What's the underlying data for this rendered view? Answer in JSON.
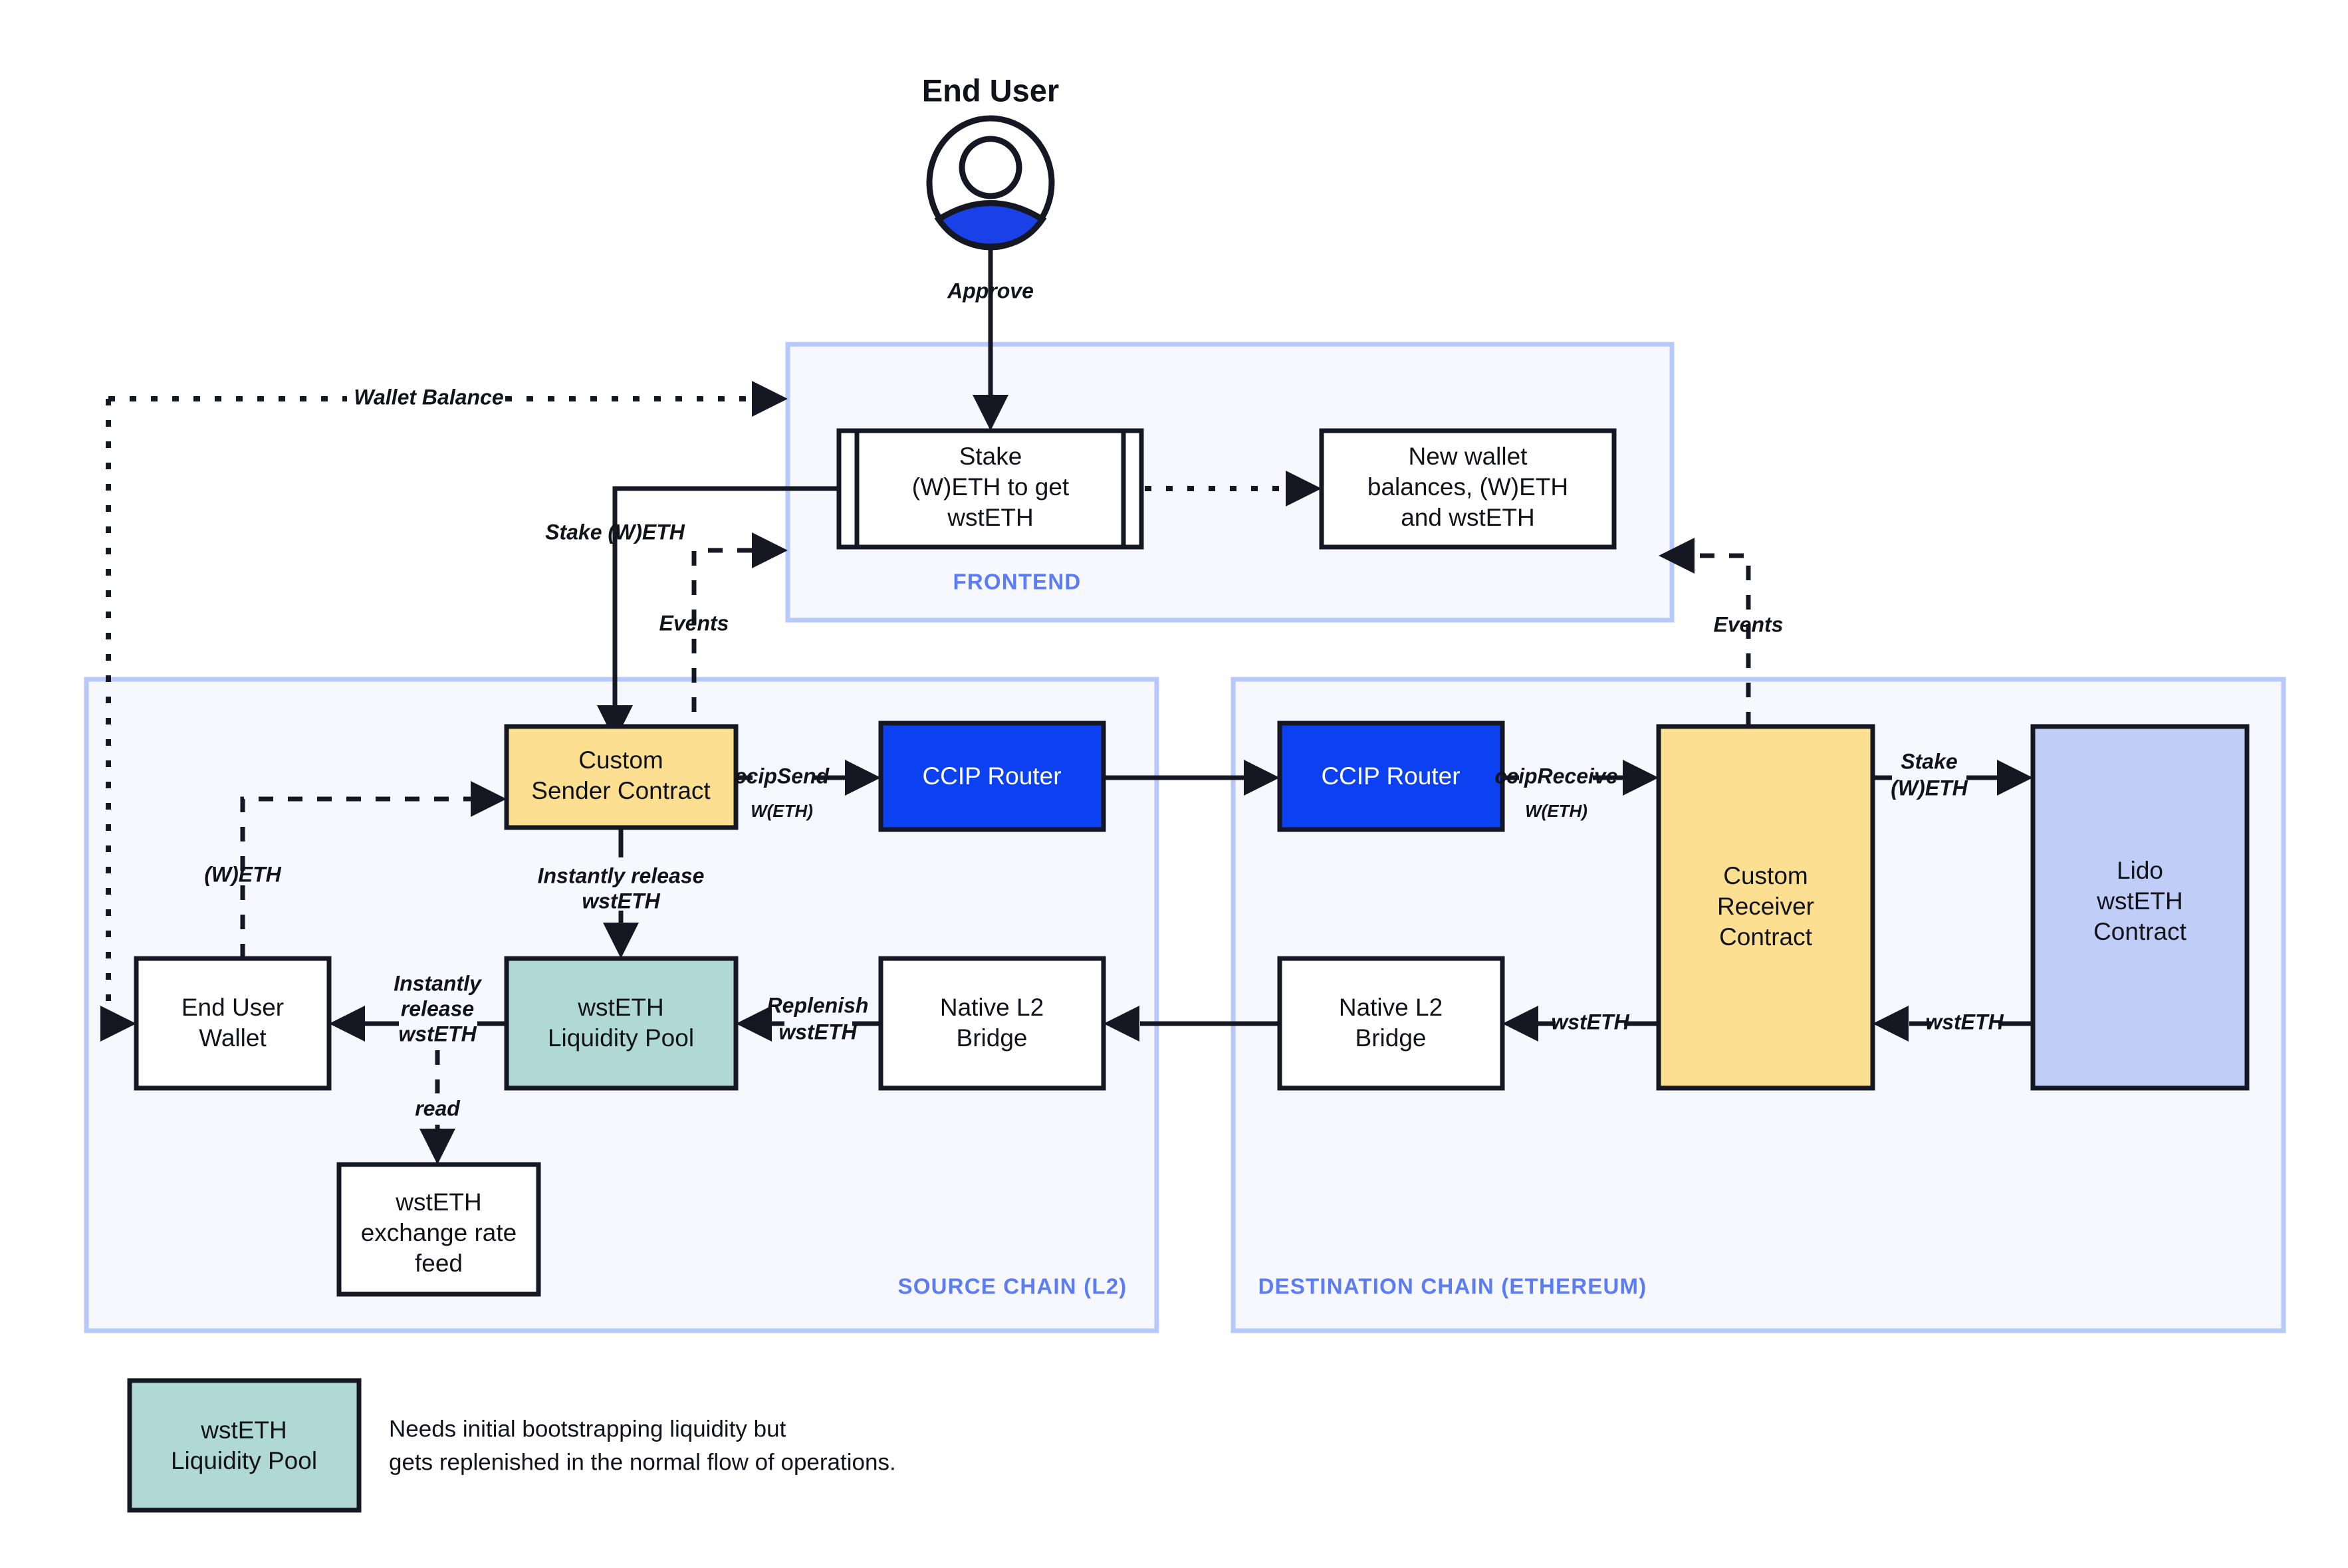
{
  "diagram": {
    "title_actor": "End User",
    "panels": [
      {
        "id": "frontend",
        "label": "FRONTEND"
      },
      {
        "id": "source",
        "label": "SOURCE CHAIN (L2)"
      },
      {
        "id": "destination",
        "label": "DESTINATION CHAIN (ETHEREUM)"
      }
    ],
    "nodes": {
      "stake_ui": {
        "lines": [
          "Stake",
          "(W)ETH to get",
          "wstETH"
        ],
        "fill": "#ffffff",
        "shape": "process"
      },
      "new_balances": {
        "lines": [
          "New wallet",
          "balances, (W)ETH",
          "and wstETH"
        ],
        "fill": "#ffffff",
        "shape": "rect"
      },
      "sender": {
        "lines": [
          "Custom",
          "Sender Contract"
        ],
        "fill": "#fcdf90",
        "shape": "rect"
      },
      "router_src": {
        "lines": [
          "CCIP Router"
        ],
        "fill": "#0b41f0",
        "shape": "rect"
      },
      "router_dst": {
        "lines": [
          "CCIP Router"
        ],
        "fill": "#0b41f0",
        "shape": "rect"
      },
      "receiver": {
        "lines": [
          "Custom",
          "Receiver",
          "Contract"
        ],
        "fill": "#fcdf90",
        "shape": "rect"
      },
      "lido": {
        "lines": [
          "Lido",
          "wstETH",
          "Contract"
        ],
        "fill": "#bfcdf7",
        "shape": "rect"
      },
      "wallet": {
        "lines": [
          "End User",
          "Wallet"
        ],
        "fill": "#ffffff",
        "shape": "rect"
      },
      "pool": {
        "lines": [
          "wstETH",
          "Liquidity Pool"
        ],
        "fill": "#b0d8d4",
        "shape": "rect"
      },
      "bridge_src": {
        "lines": [
          "Native L2",
          "Bridge"
        ],
        "fill": "#ffffff",
        "shape": "rect"
      },
      "bridge_dst": {
        "lines": [
          "Native L2",
          "Bridge"
        ],
        "fill": "#ffffff",
        "shape": "rect"
      },
      "feed": {
        "lines": [
          "wstETH",
          "exchange rate",
          "feed"
        ],
        "fill": "#ffffff",
        "shape": "rect"
      }
    },
    "edges": [
      {
        "id": "approve",
        "label": "Approve",
        "style": "solid"
      },
      {
        "id": "wallet-balance",
        "label": "Wallet Balance",
        "style": "dotted"
      },
      {
        "id": "new-balances",
        "label": "",
        "style": "dotted"
      },
      {
        "id": "stake-weth",
        "label": "Stake (W)ETH",
        "style": "solid"
      },
      {
        "id": "events-src",
        "label": "Events",
        "style": "dashed"
      },
      {
        "id": "events-dst",
        "label": "Events",
        "style": "dashed"
      },
      {
        "id": "ccip-send",
        "label": "ccipSend",
        "sublabel": "W(ETH)",
        "style": "solid"
      },
      {
        "id": "ccip-receive",
        "label": "ccipReceive",
        "sublabel": "W(ETH)",
        "style": "solid"
      },
      {
        "id": "stake-weth-lido",
        "label": "Stake\n(W)ETH",
        "style": "solid"
      },
      {
        "id": "weth-back",
        "label": "(W)ETH",
        "style": "dashed"
      },
      {
        "id": "release-pool",
        "label": "Instantly release\nwstETH",
        "style": "solid"
      },
      {
        "id": "release-wallet",
        "label": "Instantly\nrelease\nwstETH",
        "style": "solid"
      },
      {
        "id": "replenish",
        "label": "Replenish\nwstETH",
        "style": "solid"
      },
      {
        "id": "wsteth-dst-bridge",
        "label": "wstETH",
        "style": "solid"
      },
      {
        "id": "wsteth-lido",
        "label": "wstETH",
        "style": "solid"
      },
      {
        "id": "read-feed",
        "label": "read",
        "style": "dashed"
      }
    ],
    "edge_labels": {
      "approve": "Approve",
      "wallet_balance": "Wallet Balance",
      "stake_weth": "Stake (W)ETH",
      "events_left": "Events",
      "events_right": "Events",
      "ccip_send": "ccipSend",
      "ccip_send_sub": "W(ETH)",
      "ccip_receive": "ccipReceive",
      "ccip_receive_sub": "W(ETH)",
      "stake_lido_l1": "Stake",
      "stake_lido_l2": "(W)ETH",
      "weth_back": "(W)ETH",
      "release_pool_l1": "Instantly release",
      "release_pool_l2": "wstETH",
      "release_wallet_l1": "Instantly",
      "release_wallet_l2": "release",
      "release_wallet_l3": "wstETH",
      "replenish_l1": "Replenish",
      "replenish_l2": "wstETH",
      "wsteth_receiver_bridge": "wstETH",
      "wsteth_lido_receiver": "wstETH",
      "read": "read"
    },
    "legend": {
      "swatch_lines": [
        "wstETH",
        "Liquidity Pool"
      ],
      "swatch_fill": "#b0d8d4",
      "note_line1": "Needs initial bootstrapping liquidity but",
      "note_line2": "gets replenished in the normal flow of operations."
    },
    "colors": {
      "panel_fill": "#f6f8fe",
      "panel_border": "#b7c8fb",
      "panel_label": "#5b7cf5",
      "stroke": "#151823",
      "amber": "#fcdf90",
      "teal": "#b0d8d4",
      "blue": "#0b41f0",
      "periwinkle": "#bfcdf7",
      "avatar_blue": "#1a41e8"
    }
  }
}
